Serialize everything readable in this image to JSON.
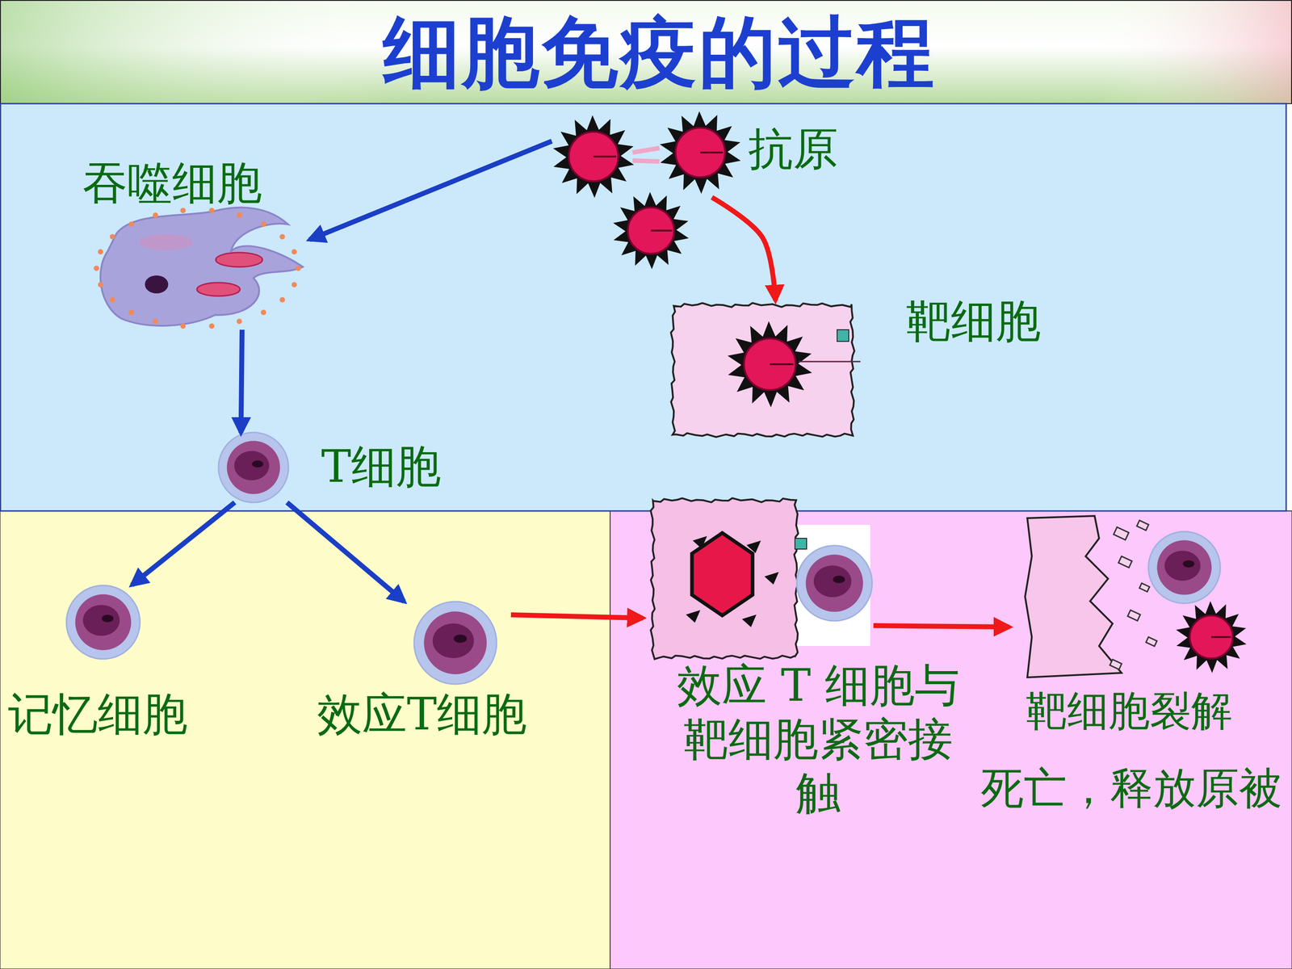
{
  "diagram": {
    "title": "细胞免疫的过程",
    "nodes": [
      {
        "text": [
          "抗原"
        ]
      },
      {
        "text": [
          "吞噬细胞"
        ]
      },
      {
        "text": [
          "靶细胞"
        ]
      },
      {
        "text": [
          "T细胞"
        ]
      },
      {
        "text": [
          "记忆细胞"
        ]
      },
      {
        "text": [
          "效应T细胞"
        ]
      },
      {
        "text": [
          "效应 T 细胞与靶细胞紧密接触"
        ]
      },
      {
        "text": [
          "靶细胞裂解",
          "死亡，释放原被"
        ]
      }
    ],
    "edges": [
      {
        "from": 0,
        "to": 1,
        "arrow": "to"
      },
      {
        "from": 0,
        "to": 2,
        "arrow": "to"
      },
      {
        "from": 1,
        "to": 3,
        "arrow": "to"
      },
      {
        "from": 3,
        "to": 4,
        "arrow": "to"
      },
      {
        "from": 3,
        "to": 5,
        "arrow": "to"
      },
      {
        "from": 5,
        "to": 6,
        "arrow": "to"
      },
      {
        "from": 6,
        "to": 7,
        "arrow": "to"
      }
    ]
  }
}
